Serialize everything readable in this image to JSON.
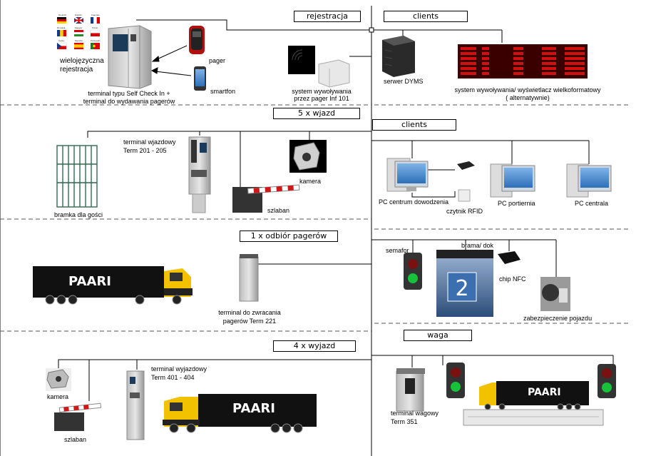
{
  "headers": {
    "rejestracja": "rejestracja",
    "clients_top": "clients",
    "wjazd": "5 x wjazd",
    "clients_mid": "clients",
    "odbior": "1 x odbiór pagerów",
    "waga": "waga",
    "wyjazd": "4 x wyjazd"
  },
  "registration": {
    "flags": [
      "Deutsch",
      "English",
      "Français",
      "Română",
      "Magyar",
      "Polski",
      "Česky",
      "Español",
      "Português"
    ],
    "multilingual": [
      "wielojęzyczna",
      "rejestracja"
    ],
    "terminal": [
      "terminal typu Self Check In +",
      "terminal do wydawania pagerów"
    ],
    "pager": "pager",
    "smartphone": "smartfon",
    "call_system": [
      "system wywoływania",
      "przez pager Inf 101"
    ],
    "server": "serwer DYMS",
    "display_system": [
      "system wywoływania/ wyświetlacz wielkoformatowy",
      "( alternatywnie)"
    ]
  },
  "entry": {
    "terminal": [
      "terminal wjazdowy",
      "Term 201 - 205"
    ],
    "turnstile": "bramka dla gości",
    "camera": "kamera",
    "barrier": "szlaban",
    "pc_command": "PC centrum dowodzenia",
    "rfid": "czytnik RFID",
    "pc_gate": "PC portiernia",
    "pc_central": "PC centrala"
  },
  "pickup": {
    "truck_brand": "PAARI",
    "terminal": [
      "terminal do zwracania",
      "pagerów Term 221"
    ],
    "semaphore": "semafor",
    "gate_dock": "brama/ dok",
    "dock_number": "2",
    "nfc": "chip NFC",
    "vehicle_lock": "zabezpieczenie pojazdu"
  },
  "exit": {
    "camera": "kamera",
    "barrier": "szlaban",
    "terminal": [
      "terminal wyjazdowy",
      "Term 401 - 404"
    ],
    "truck_brand": "PAARI",
    "scale_terminal": [
      "terminal wagowy",
      "Term 351"
    ],
    "scale_truck_brand": "PAARI"
  },
  "colors": {
    "line": "#000000",
    "dashed": "#555555",
    "led_panel": "#3a0000",
    "led_text": "#d21010",
    "truck_black": "#111111",
    "truck_yellow": "#f2c200",
    "barrier_red": "#d01818"
  }
}
